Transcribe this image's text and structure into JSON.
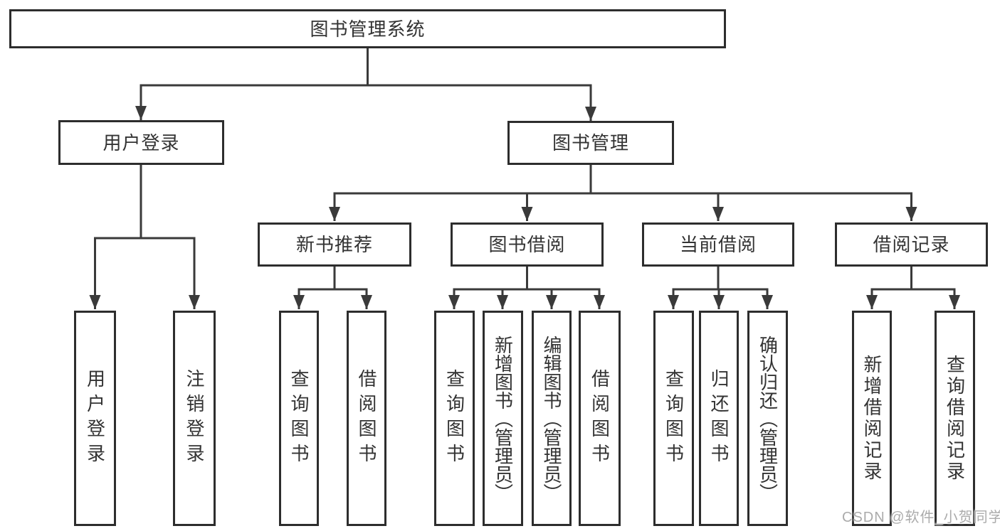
{
  "diagram_type": "functional-structure-tree",
  "nodes": {
    "root": "图书管理系统",
    "user_login": "用户登录",
    "book_mgmt": "图书管理",
    "new_book": "新书推荐",
    "book_borrow": "图书借阅",
    "current_borrow": "当前借阅",
    "borrow_records": "借阅记录"
  },
  "leaves": {
    "user_login": [
      "用户登录",
      "注销登录"
    ],
    "new_book": [
      "查询图书",
      "借阅图书"
    ],
    "book_borrow": [
      "查询图书",
      "新增图书（管理员）",
      "编辑图书（管理员）",
      "借阅图书"
    ],
    "current_borrow": [
      "查询图书",
      "归还图书",
      "确认归还（管理员）"
    ],
    "borrow_records": [
      "新增借阅记录",
      "查询借阅记录"
    ]
  },
  "watermark": "CSDN @软件_小贺同学",
  "colors": {
    "line": "#3a3a3a",
    "border": "#2d2d2d",
    "text": "#333333",
    "watermark": "#ababab",
    "background": "#ffffff"
  }
}
